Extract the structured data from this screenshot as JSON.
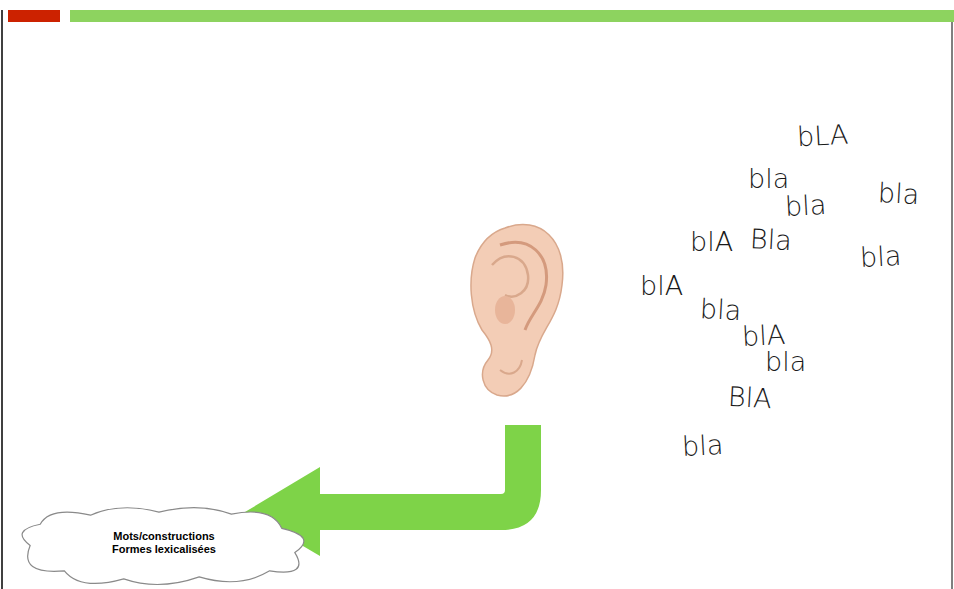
{
  "diagram": {
    "nodes": [
      {
        "text": [
          "Mots/constructions Formes lexicalisées"
        ]
      }
    ],
    "labels": [
      "bLA",
      "bla",
      "bla",
      "bla",
      "blA",
      "Bla",
      "bla",
      "blA",
      "bla",
      "blA",
      "bla",
      "BlA",
      "bla"
    ]
  }
}
